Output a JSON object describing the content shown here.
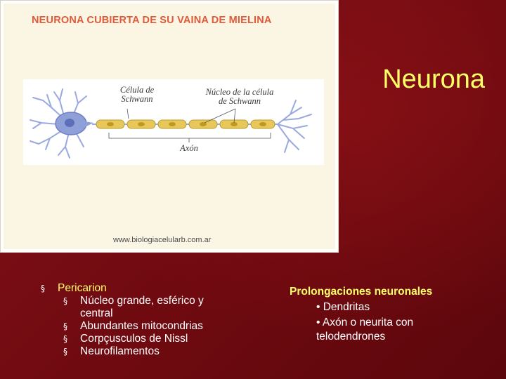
{
  "slide": {
    "title": "Neurona"
  },
  "figure": {
    "title": "NEURONA CUBIERTA DE SU VAINA DE MIELINA",
    "labels": {
      "schwann_cell": [
        "Célula de",
        "Schwann"
      ],
      "schwann_nucleus": [
        "Núcleo de la célula",
        "de Schwann"
      ],
      "axon": "Axón"
    },
    "credit": "www.biologiacelularb.com.ar"
  },
  "left_list": {
    "heading": "Pericarion",
    "bullet_glyph": "§",
    "items": [
      [
        "Núcleo grande, esférico y",
        "central"
      ],
      "Abundantes mitocondrias",
      "Corpçusculos de Nissl",
      "Neurofilamentos"
    ]
  },
  "right_list": {
    "heading": "Prolongaciones neuronales",
    "items": [
      "• Dendritas",
      "• Axón o neurita  con"
    ],
    "continuation": "telodendrones"
  },
  "colors": {
    "background": "#7a0a0f",
    "accent_yellow": "#ffff66",
    "figure_title": "#e05a3a",
    "myelin": "#e8c85a",
    "cell_body": "#8fa0d8"
  }
}
